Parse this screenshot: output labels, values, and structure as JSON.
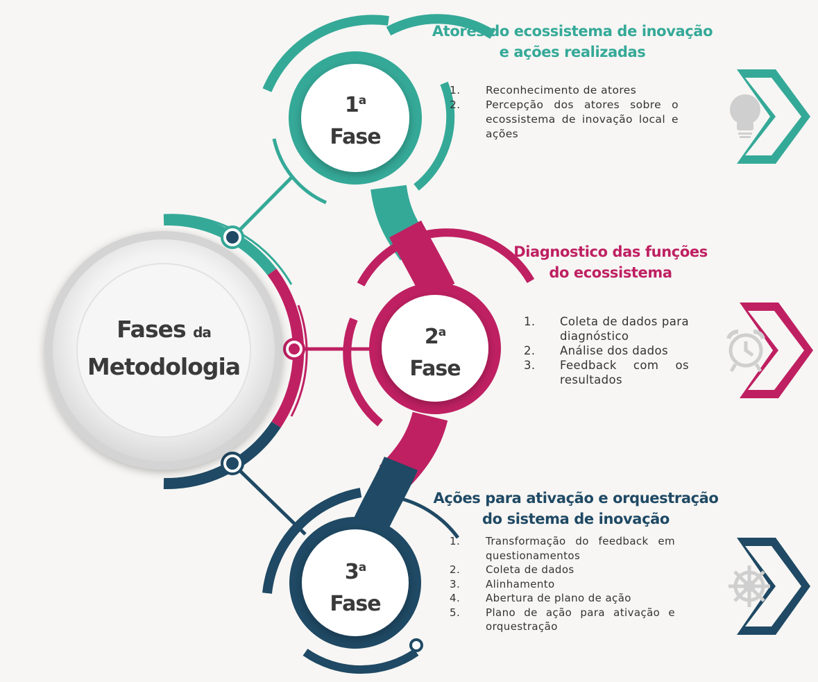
{
  "colors": {
    "teal": "#35a998",
    "magenta": "#bf2062",
    "navy": "#1f4964",
    "gray": "#c9c9c9"
  },
  "center": {
    "title_main": "Fases",
    "title_small": "da",
    "title_line2": "Metodologia"
  },
  "phases": [
    {
      "number": "1",
      "ordinal": "a",
      "label": "Fase",
      "heading_line1": "Atores do ecossistema de inovação",
      "heading_line2": "e ações realizadas",
      "icon": "lightbulb-icon",
      "items": [
        {
          "num": "1.",
          "text": "Reconhecimento de atores"
        },
        {
          "num": "2.",
          "text": "Percepção dos atores sobre o ecossistema de inovação local e ações"
        }
      ]
    },
    {
      "number": "2",
      "ordinal": "a",
      "label": "Fase",
      "heading_line1": "Diagnostico das funções",
      "heading_line2": "do ecossistema",
      "icon": "alarm-clock-icon",
      "items": [
        {
          "num": "1.",
          "text": "Coleta de dados para diagnóstico"
        },
        {
          "num": "2.",
          "text": "Análise dos dados"
        },
        {
          "num": "3.",
          "text": "Feedback com os resultados"
        }
      ]
    },
    {
      "number": "3",
      "ordinal": "a",
      "label": "Fase",
      "heading_line1": "Ações para ativação e orquestração",
      "heading_line2": "do sistema de inovação",
      "icon": "ship-wheel-icon",
      "items": [
        {
          "num": "1.",
          "text": "Transformação do feedback em questionamentos"
        },
        {
          "num": "2.",
          "text": "Coleta de dados"
        },
        {
          "num": "3.",
          "text": "Alinhamento"
        },
        {
          "num": "4.",
          "text": "Abertura de plano de ação"
        },
        {
          "num": "5.",
          "text": "Plano de ação para ativação e orquestração"
        }
      ]
    }
  ]
}
